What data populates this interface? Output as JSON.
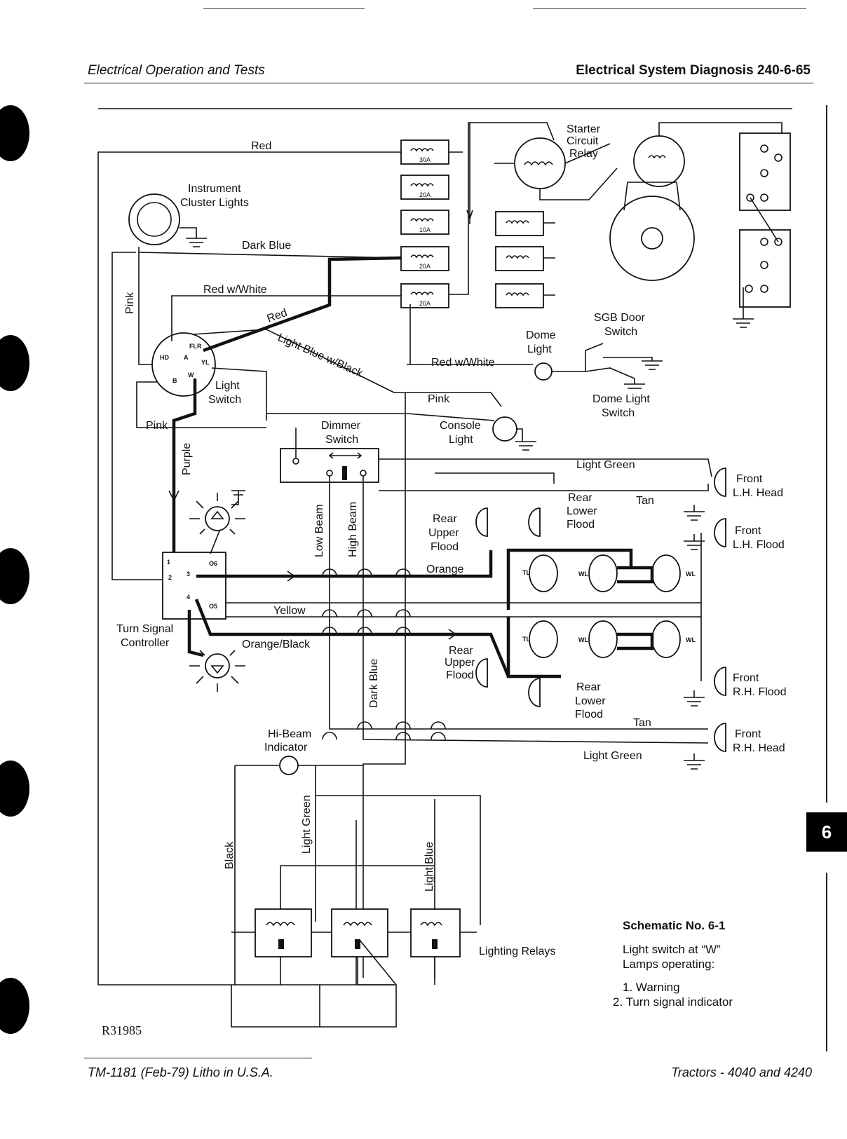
{
  "header": {
    "left": "Electrical Operation and Tests",
    "right": "Electrical System Diagnosis   240-6-65"
  },
  "footer": {
    "left": "TM-1181 (Feb-79) Litho in U.S.A.",
    "right": "Tractors  -  4040 and 4240"
  },
  "section_tab": "6",
  "reference_number": "R31985",
  "schematic": {
    "title": "Schematic No. 6-1",
    "subtitle_line1": "Light switch at “W”",
    "subtitle_line2": "Lamps operating:",
    "items": [
      "1. Warning",
      "2. Turn signal indicator"
    ]
  },
  "components": {
    "instrument_cluster_lights": [
      "Instrument",
      "Cluster Lights"
    ],
    "starter_circuit_relay": [
      "Starter",
      "Circuit",
      "Relay"
    ],
    "light_switch": [
      "Light",
      "Switch"
    ],
    "dimmer_switch": [
      "Dimmer",
      "Switch"
    ],
    "dome_light": [
      "Dome",
      "Light"
    ],
    "sgb_door_switch": [
      "SGB Door",
      "Switch"
    ],
    "dome_light_switch": [
      "Dome Light",
      "Switch"
    ],
    "console_light": [
      "Console",
      "Light"
    ],
    "front_lh_head": [
      "Front",
      "L.H. Head"
    ],
    "front_lh_flood": [
      "Front",
      "L.H. Flood"
    ],
    "front_rh_flood": [
      "Front",
      "R.H. Flood"
    ],
    "front_rh_head": [
      "Front",
      "R.H. Head"
    ],
    "rear_lower_flood_top": [
      "Rear",
      "Lower",
      "Flood"
    ],
    "rear_upper_flood_top": [
      "Rear",
      "Upper",
      "Flood"
    ],
    "rear_upper_flood_bottom": [
      "Rear",
      "Upper",
      "Flood"
    ],
    "rear_lower_flood_bottom": [
      "Rear",
      "Lower",
      "Flood"
    ],
    "turn_signal_controller": [
      "Turn Signal",
      "Controller"
    ],
    "hi_beam_indicator": [
      "Hi-Beam",
      "Indicator"
    ],
    "lighting_relays": "Lighting Relays"
  },
  "fuses": [
    "30A",
    "20A",
    "10A",
    "20A",
    "20A"
  ],
  "wires": {
    "red_top": "Red",
    "dark_blue_top": "Dark Blue",
    "red_white_top": "Red w/White",
    "red_diag": "Red",
    "pink_left": "Pink",
    "light_blue_black": "Light Blue w/Black",
    "red_white_dome": "Red w/White",
    "pink_mid": "Pink",
    "pink_lower": "Pink",
    "purple": "Purple",
    "light_green_top": "Light Green",
    "tan_top": "Tan",
    "low_beam": "Low Beam",
    "high_beam": "High Beam",
    "orange": "Orange",
    "yellow": "Yellow",
    "orange_black": "Orange/Black",
    "dark_blue_vert": "Dark Blue",
    "tan_bottom": "Tan",
    "light_green_bottom": "Light Green",
    "light_green_vert": "Light Green",
    "black": "Black",
    "light_blue": "Light Blue"
  },
  "switch_terminals": [
    "FLR",
    "HD",
    "A",
    "YL",
    "B",
    "W"
  ],
  "controller_terminals": [
    "1",
    "2",
    "3",
    "4",
    "O6",
    "O5"
  ],
  "lamp_markers": [
    "TL",
    "TL",
    "WL",
    "WL",
    "WL",
    "WL"
  ]
}
